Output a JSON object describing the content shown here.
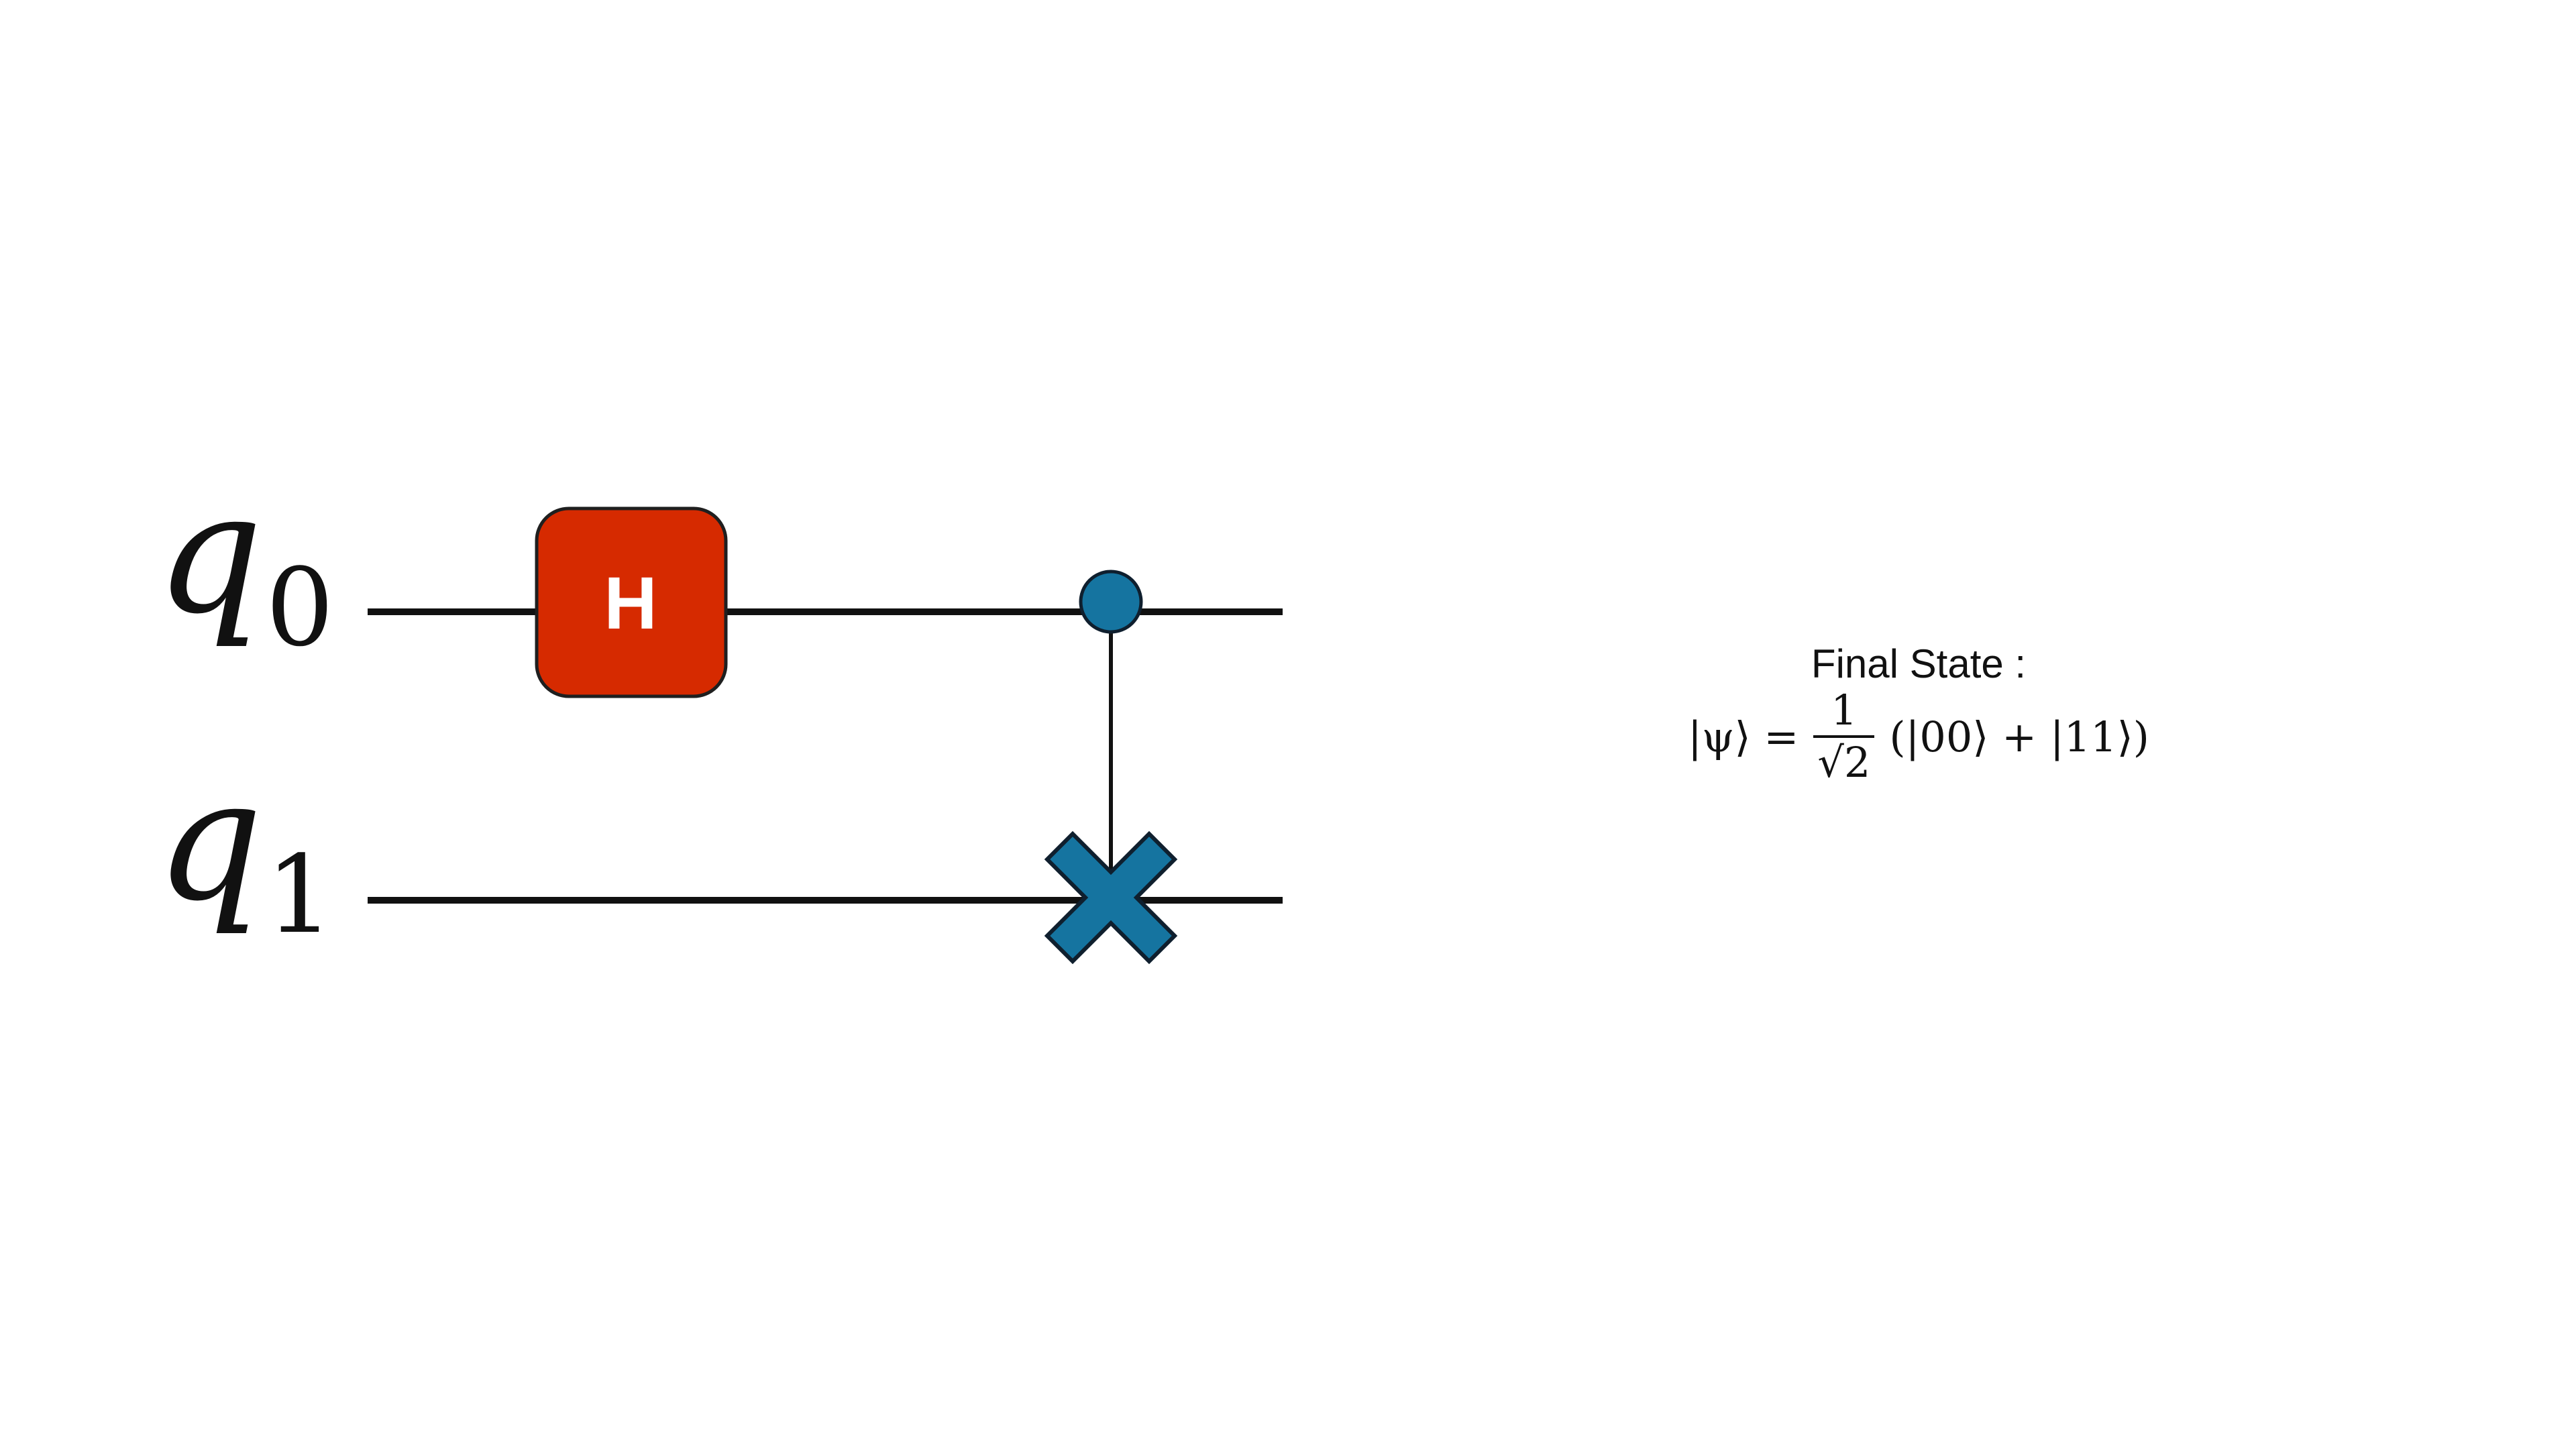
{
  "circuit": {
    "qubits": [
      {
        "name": "q",
        "subscript": "0"
      },
      {
        "name": "q",
        "subscript": "1"
      }
    ],
    "gates": [
      {
        "type": "H",
        "label": "H",
        "target": "q0",
        "color": "#d62a00"
      },
      {
        "type": "CNOT",
        "control": "q0",
        "target": "q1",
        "color": "#1574a0"
      }
    ],
    "colors": {
      "wire": "#111111",
      "hadamard": "#d62a00",
      "cnot": "#1574a0",
      "outline": "#0f1f2e"
    }
  },
  "final_state": {
    "title": "Final State :",
    "lhs": "|ψ⟩ =",
    "coef_num": "1",
    "coef_den": "√2",
    "rhs": "(|00⟩ +  |11⟩)"
  }
}
